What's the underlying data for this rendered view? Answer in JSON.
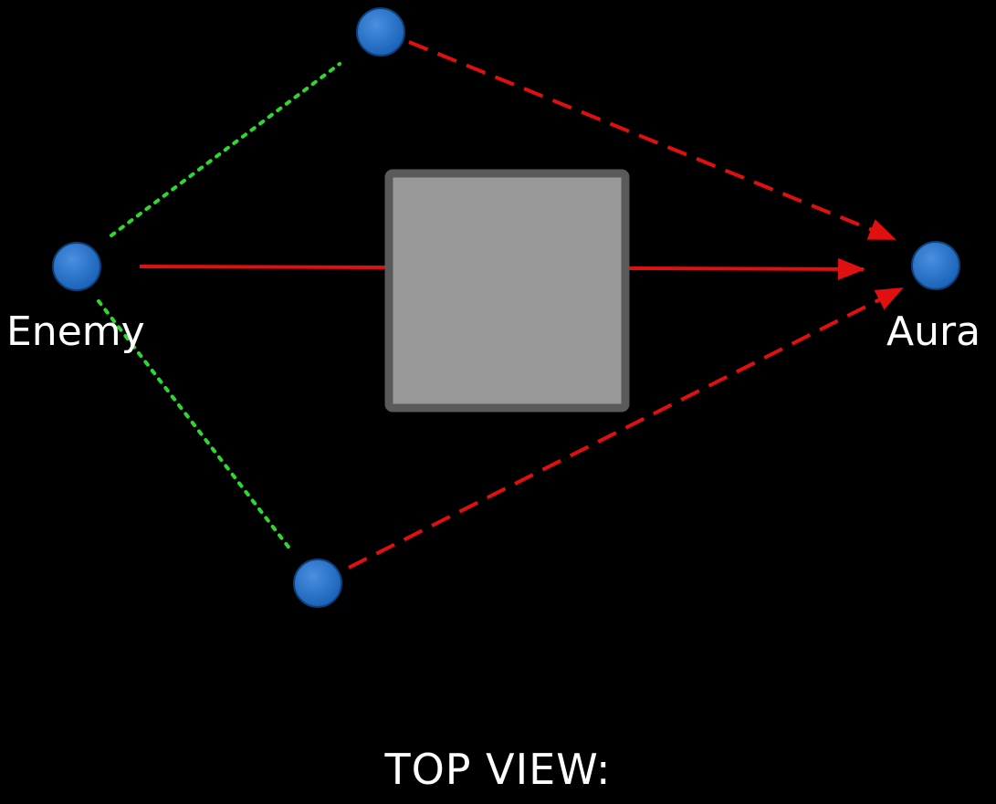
{
  "labels": {
    "enemy": "Enemy",
    "aura": "Aura",
    "caption": "TOP VIEW:"
  },
  "colors": {
    "background": "#000000",
    "node_fill": "#1a63b8",
    "node_highlight": "#4a8fe0",
    "obstacle_fill": "#999999",
    "obstacle_border": "#5a5a5a",
    "direct_ray": "#e01010",
    "bounce_ray": "#e01010",
    "path_dotted": "#2ed82e",
    "label_text": "#ffffff"
  },
  "icons": {
    "node": "circle-node-icon",
    "obstacle": "square-block-icon",
    "arrow": "arrowhead-icon"
  }
}
